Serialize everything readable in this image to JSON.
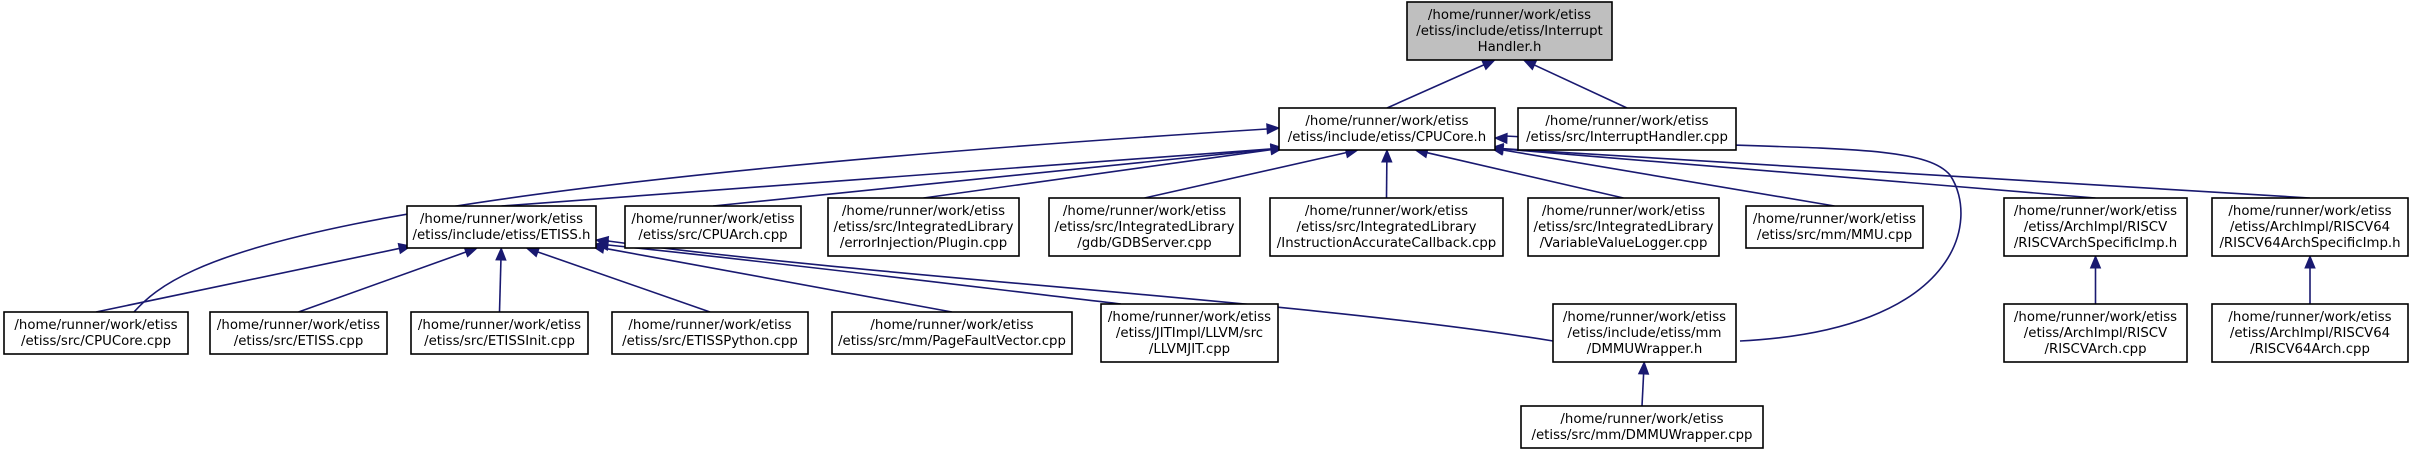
{
  "graph": {
    "nodes": [
      {
        "id": "interrupt_handler_h",
        "lines": [
          "/home/runner/work/etiss",
          "/etiss/include/etiss/Interrupt",
          "Handler.h"
        ],
        "root": true
      },
      {
        "id": "cpucore_h",
        "lines": [
          "/home/runner/work/etiss",
          "/etiss/include/etiss/CPUCore.h"
        ]
      },
      {
        "id": "interrupt_handler_cpp",
        "lines": [
          "/home/runner/work/etiss",
          "/etiss/src/InterruptHandler.cpp"
        ]
      },
      {
        "id": "etiss_h",
        "lines": [
          "/home/runner/work/etiss",
          "/etiss/include/etiss/ETISS.h"
        ]
      },
      {
        "id": "cpuarch_cpp",
        "lines": [
          "/home/runner/work/etiss",
          "/etiss/src/CPUArch.cpp"
        ]
      },
      {
        "id": "error_injection_plugin_cpp",
        "lines": [
          "/home/runner/work/etiss",
          "/etiss/src/IntegratedLibrary",
          "/errorInjection/Plugin.cpp"
        ]
      },
      {
        "id": "gdbserver_cpp",
        "lines": [
          "/home/runner/work/etiss",
          "/etiss/src/IntegratedLibrary",
          "/gdb/GDBServer.cpp"
        ]
      },
      {
        "id": "instruction_accurate_callback_cpp",
        "lines": [
          "/home/runner/work/etiss",
          "/etiss/src/IntegratedLibrary",
          "/InstructionAccurateCallback.cpp"
        ]
      },
      {
        "id": "variable_value_logger_cpp",
        "lines": [
          "/home/runner/work/etiss",
          "/etiss/src/IntegratedLibrary",
          "/VariableValueLogger.cpp"
        ]
      },
      {
        "id": "mmu_cpp",
        "lines": [
          "/home/runner/work/etiss",
          "/etiss/src/mm/MMU.cpp"
        ]
      },
      {
        "id": "riscv_arch_specific_imp_h",
        "lines": [
          "/home/runner/work/etiss",
          "/etiss/ArchImpl/RISCV",
          "/RISCVArchSpecificImp.h"
        ]
      },
      {
        "id": "riscv64_arch_specific_imp_h",
        "lines": [
          "/home/runner/work/etiss",
          "/etiss/ArchImpl/RISCV64",
          "/RISCV64ArchSpecificImp.h"
        ]
      },
      {
        "id": "cpucore_cpp",
        "lines": [
          "/home/runner/work/etiss",
          "/etiss/src/CPUCore.cpp"
        ]
      },
      {
        "id": "etiss_cpp",
        "lines": [
          "/home/runner/work/etiss",
          "/etiss/src/ETISS.cpp"
        ]
      },
      {
        "id": "etissinit_cpp",
        "lines": [
          "/home/runner/work/etiss",
          "/etiss/src/ETISSInit.cpp"
        ]
      },
      {
        "id": "etisspython_cpp",
        "lines": [
          "/home/runner/work/etiss",
          "/etiss/src/ETISSPython.cpp"
        ]
      },
      {
        "id": "page_fault_vector_cpp",
        "lines": [
          "/home/runner/work/etiss",
          "/etiss/src/mm/PageFaultVector.cpp"
        ]
      },
      {
        "id": "llvmjit_cpp",
        "lines": [
          "/home/runner/work/etiss",
          "/etiss/JITImpl/LLVM/src",
          "/LLVMJIT.cpp"
        ]
      },
      {
        "id": "dmmuwrapper_h",
        "lines": [
          "/home/runner/work/etiss",
          "/etiss/include/etiss/mm",
          "/DMMUWrapper.h"
        ]
      },
      {
        "id": "riscv_arch_cpp",
        "lines": [
          "/home/runner/work/etiss",
          "/etiss/ArchImpl/RISCV",
          "/RISCVArch.cpp"
        ]
      },
      {
        "id": "riscv64_arch_cpp",
        "lines": [
          "/home/runner/work/etiss",
          "/etiss/ArchImpl/RISCV64",
          "/RISCV64Arch.cpp"
        ]
      },
      {
        "id": "dmmuwrapper_cpp",
        "lines": [
          "/home/runner/work/etiss",
          "/etiss/src/mm/DMMUWrapper.cpp"
        ]
      }
    ],
    "edges": [
      {
        "from": "cpucore_h",
        "to": "interrupt_handler_h"
      },
      {
        "from": "interrupt_handler_cpp",
        "to": "interrupt_handler_h"
      },
      {
        "from": "etiss_h",
        "to": "cpucore_h"
      },
      {
        "from": "cpuarch_cpp",
        "to": "cpucore_h"
      },
      {
        "from": "error_injection_plugin_cpp",
        "to": "cpucore_h"
      },
      {
        "from": "gdbserver_cpp",
        "to": "cpucore_h"
      },
      {
        "from": "instruction_accurate_callback_cpp",
        "to": "cpucore_h"
      },
      {
        "from": "variable_value_logger_cpp",
        "to": "cpucore_h"
      },
      {
        "from": "mmu_cpp",
        "to": "cpucore_h"
      },
      {
        "from": "riscv_arch_specific_imp_h",
        "to": "cpucore_h"
      },
      {
        "from": "riscv64_arch_specific_imp_h",
        "to": "cpucore_h"
      },
      {
        "from": "cpucore_cpp",
        "to": "cpucore_h"
      },
      {
        "from": "dmmuwrapper_h",
        "to": "cpucore_h"
      },
      {
        "from": "cpucore_cpp",
        "to": "etiss_h"
      },
      {
        "from": "etiss_cpp",
        "to": "etiss_h"
      },
      {
        "from": "etissinit_cpp",
        "to": "etiss_h"
      },
      {
        "from": "etisspython_cpp",
        "to": "etiss_h"
      },
      {
        "from": "page_fault_vector_cpp",
        "to": "etiss_h"
      },
      {
        "from": "llvmjit_cpp",
        "to": "etiss_h"
      },
      {
        "from": "dmmuwrapper_h",
        "to": "etiss_h"
      },
      {
        "from": "dmmuwrapper_cpp",
        "to": "dmmuwrapper_h"
      },
      {
        "from": "riscv_arch_cpp",
        "to": "riscv_arch_specific_imp_h"
      },
      {
        "from": "riscv64_arch_cpp",
        "to": "riscv64_arch_specific_imp_h"
      }
    ]
  }
}
